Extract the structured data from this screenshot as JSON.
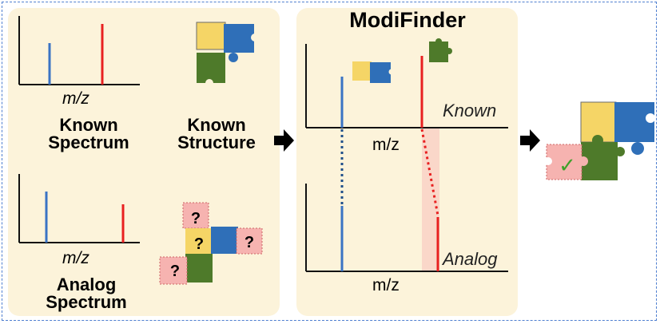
{
  "title": "ModiFinder",
  "known_spectrum": {
    "axis_label": "m/z",
    "caption_line1": "Known",
    "caption_line2": "Spectrum"
  },
  "known_structure": {
    "caption_line1": "Known",
    "caption_line2": "Structure"
  },
  "analog_spectrum": {
    "axis_label": "m/z",
    "caption_line1": "Analog",
    "caption_line2": "Spectrum"
  },
  "modifinder_panel": {
    "top_axis_label": "m/z",
    "bottom_axis_label": "m/z",
    "known_tag": "Known",
    "analog_tag": "Analog"
  },
  "colors": {
    "panel_bg": "#fcf3da",
    "peak_blue": "#3a73c4",
    "peak_red": "#e82020",
    "puzzle_yellow": "#f5d566",
    "puzzle_blue": "#2f6fb8",
    "puzzle_green": "#4e7a2a",
    "puzzle_pink": "#f6b3b0",
    "frame": "#4f7fd0"
  },
  "unknown_marker": "?",
  "result_marker": "✓"
}
